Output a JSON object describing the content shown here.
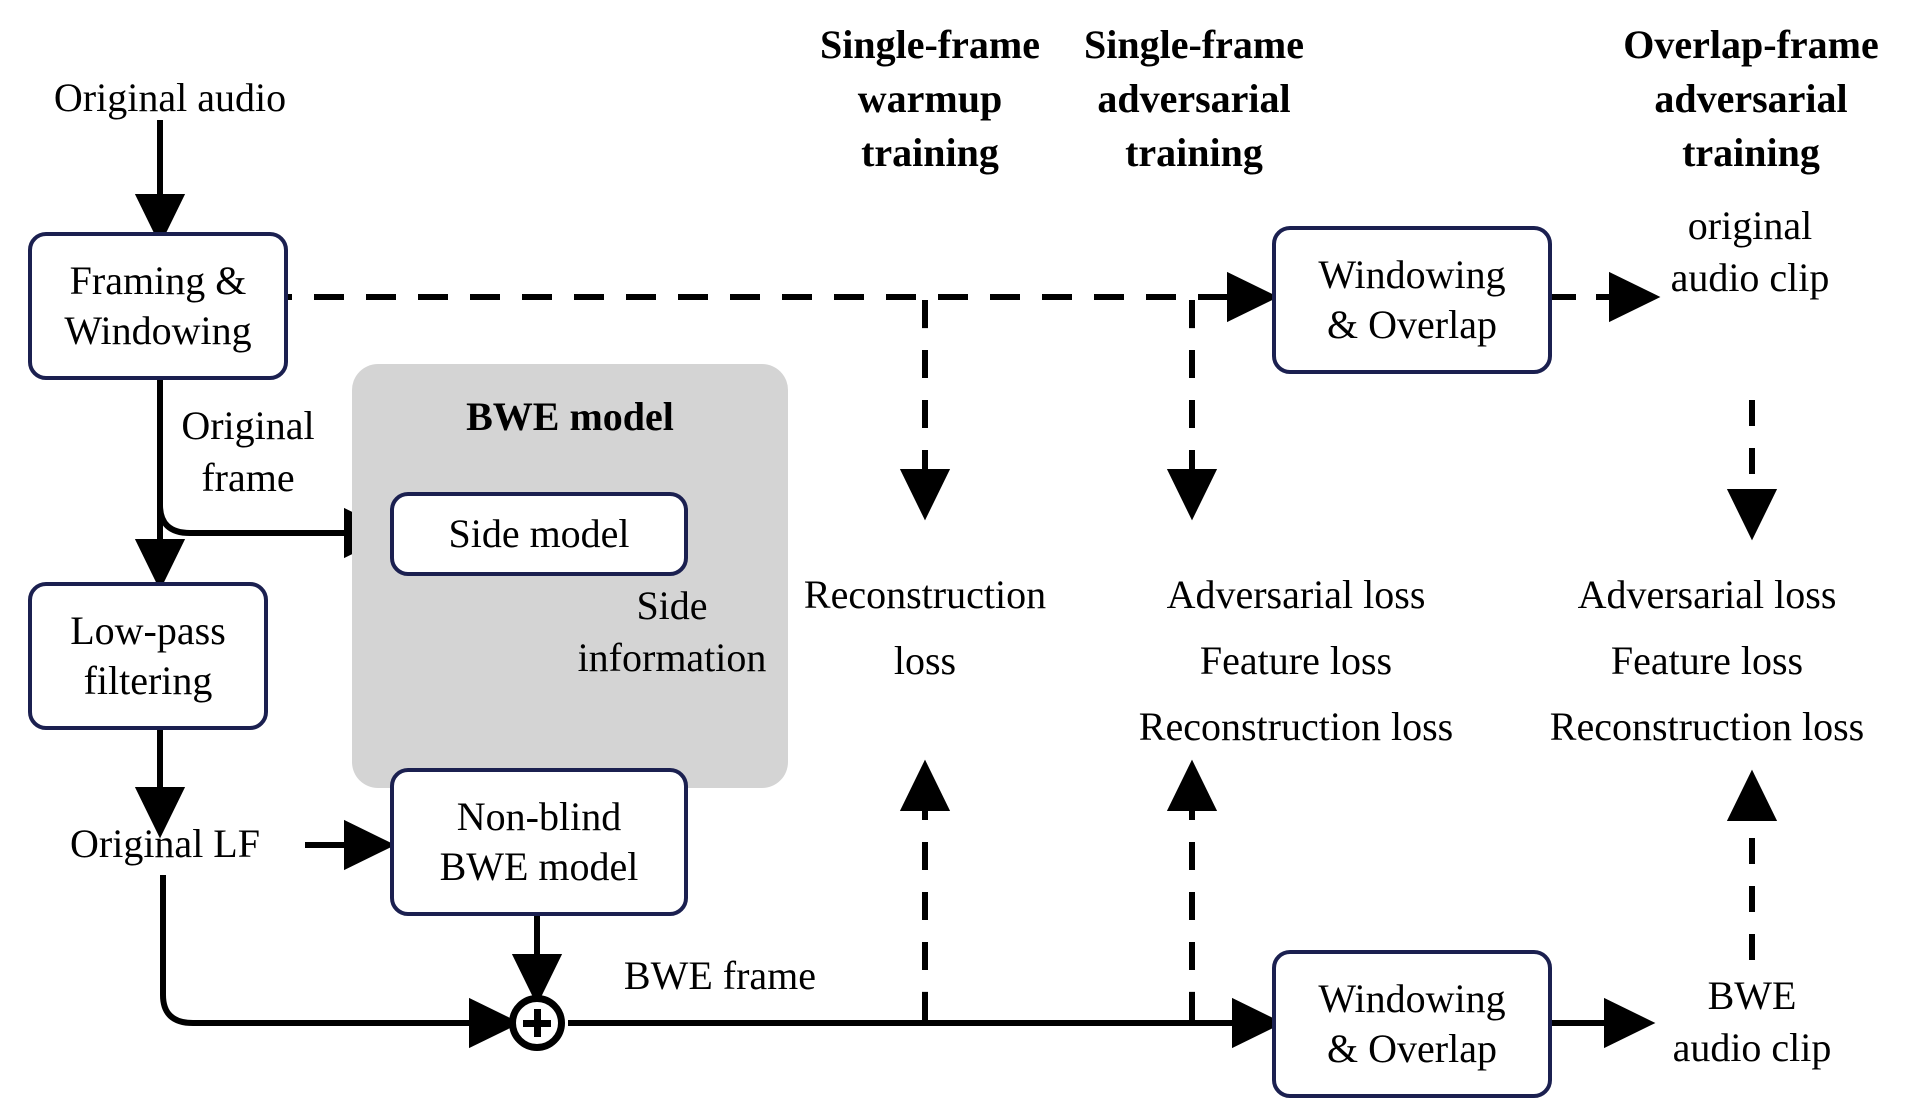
{
  "figure": {
    "title": "BWE training pipeline diagram",
    "background": "#ffffff",
    "box_border_color": "#1b2050",
    "panel_fill": "#d4d4d4",
    "line_color": "#000000"
  },
  "headers": [
    {
      "id": "warmup",
      "text": "Single-frame\nwarmup\ntraining"
    },
    {
      "id": "single-adv",
      "text": "Single-frame\nadversarial\ntraining"
    },
    {
      "id": "overlap-adv",
      "text": "Overlap-frame\nadversarial\ntraining"
    }
  ],
  "boxes": [
    {
      "id": "framing-windowing",
      "text": "Framing &\nWindowing"
    },
    {
      "id": "low-pass-filtering",
      "text": "Low-pass\nfiltering"
    },
    {
      "id": "side-model",
      "text": "Side model"
    },
    {
      "id": "non-blind-bwe-model",
      "text": "Non-blind\nBWE model"
    },
    {
      "id": "windowing-overlap-top",
      "text": "Windowing\n& Overlap"
    },
    {
      "id": "windowing-overlap-bottom",
      "text": "Windowing\n& Overlap"
    }
  ],
  "panel": {
    "id": "bwe-model-panel",
    "title": "BWE model"
  },
  "node": {
    "id": "summation",
    "symbol": "+"
  },
  "labels": [
    {
      "id": "original-audio",
      "text": "Original audio"
    },
    {
      "id": "original-frame",
      "text": "Original\nframe"
    },
    {
      "id": "original-lf",
      "text": "Original LF"
    },
    {
      "id": "side-information",
      "text": "Side\ninformation"
    },
    {
      "id": "bwe-frame",
      "text": "BWE frame"
    },
    {
      "id": "original-audio-clip",
      "text": "original\naudio clip"
    },
    {
      "id": "bwe-audio-clip",
      "text": "BWE\naudio clip"
    }
  ],
  "losses": [
    {
      "id": "warmup-losses",
      "text": "Reconstruction\nloss"
    },
    {
      "id": "single-adv-losses",
      "text": "Adversarial loss\nFeature loss\nReconstruction loss"
    },
    {
      "id": "overlap-adv-losses",
      "text": "Adversarial loss\nFeature loss\nReconstruction loss"
    }
  ]
}
